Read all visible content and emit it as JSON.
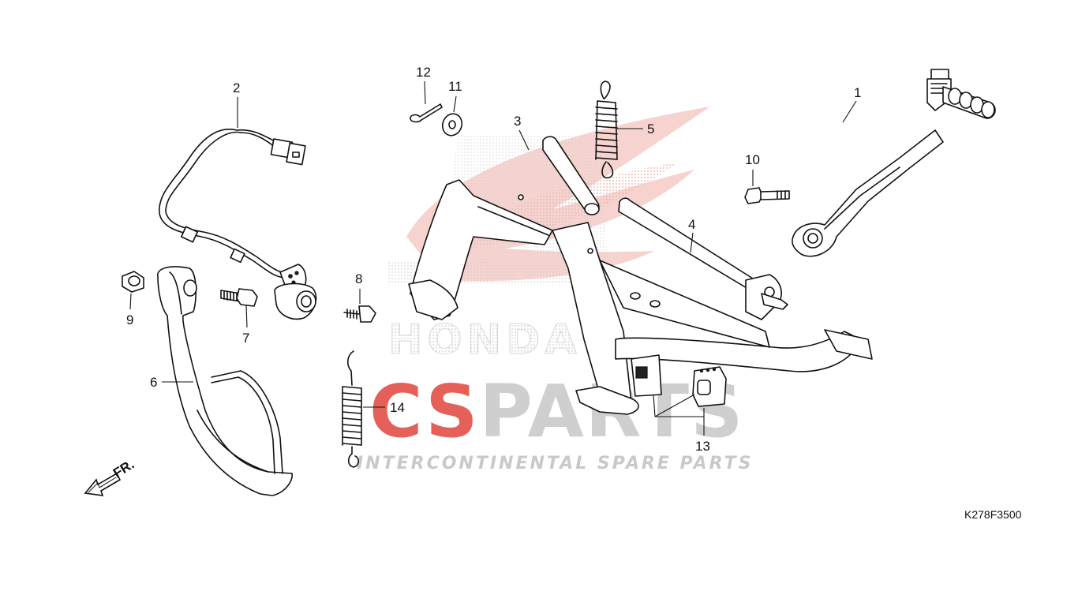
{
  "diagram": {
    "drawing_code": "K278F3500",
    "direction_label": "FR.",
    "watermark": {
      "brand_line": "CSPARTS",
      "brand_red_part": "CS",
      "brand_grey_part": "PARTS",
      "tagline": "INTERCONTINENTAL SPARE PARTS",
      "maker_text": "HONDA",
      "colors": {
        "red": "#e1453c",
        "grey": "#c8c8c8",
        "wing": "#f2b7b1"
      }
    },
    "callouts": [
      {
        "number": "1"
      },
      {
        "number": "2"
      },
      {
        "number": "3"
      },
      {
        "number": "4"
      },
      {
        "number": "5"
      },
      {
        "number": "6"
      },
      {
        "number": "7"
      },
      {
        "number": "8"
      },
      {
        "number": "9"
      },
      {
        "number": "10"
      },
      {
        "number": "11"
      },
      {
        "number": "12"
      },
      {
        "number": "13"
      },
      {
        "number": "14"
      }
    ]
  }
}
